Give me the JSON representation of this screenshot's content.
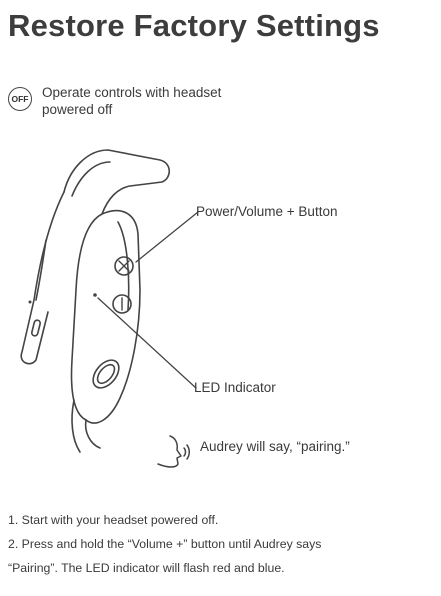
{
  "title": "Restore Factory Settings",
  "notice": {
    "badge": "OFF",
    "text": "Operate controls with headset powered off"
  },
  "callouts": {
    "power_button": "Power/Volume + Button",
    "led": "LED Indicator"
  },
  "voice_prompt": "Audrey will say, “pairing.”",
  "steps": [
    "1. Start with your headset powered off.",
    "2. Press and hold the “Volume +” button until Audrey says",
    "“Pairing”. The LED indicator will flash red and blue."
  ],
  "icons": [
    "off-badge-icon",
    "speaking-head-icon",
    "headset-illustration"
  ]
}
